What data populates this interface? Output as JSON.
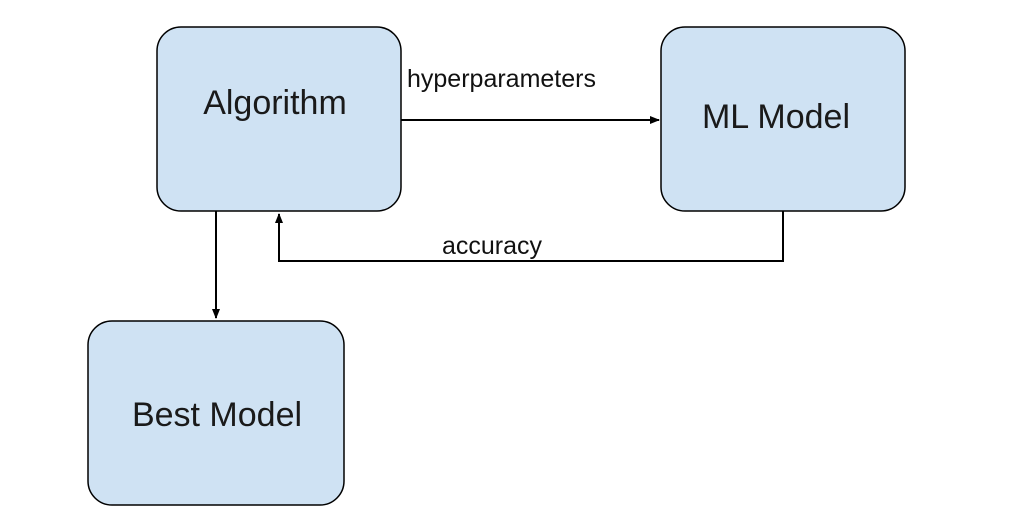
{
  "nodes": {
    "algorithm": {
      "label": "Algorithm"
    },
    "ml_model": {
      "label": "ML Model"
    },
    "best_model": {
      "label": "Best Model"
    }
  },
  "edges": {
    "hyperparameters": {
      "label": "hyperparameters",
      "from": "Algorithm",
      "to": "ML Model"
    },
    "accuracy": {
      "label": "accuracy",
      "from": "ML Model",
      "to": "Algorithm"
    },
    "result": {
      "label": "",
      "from": "Algorithm",
      "to": "Best Model"
    }
  },
  "colors": {
    "node_fill": "#cfe2f3",
    "node_stroke": "#000000",
    "edge": "#000000"
  }
}
